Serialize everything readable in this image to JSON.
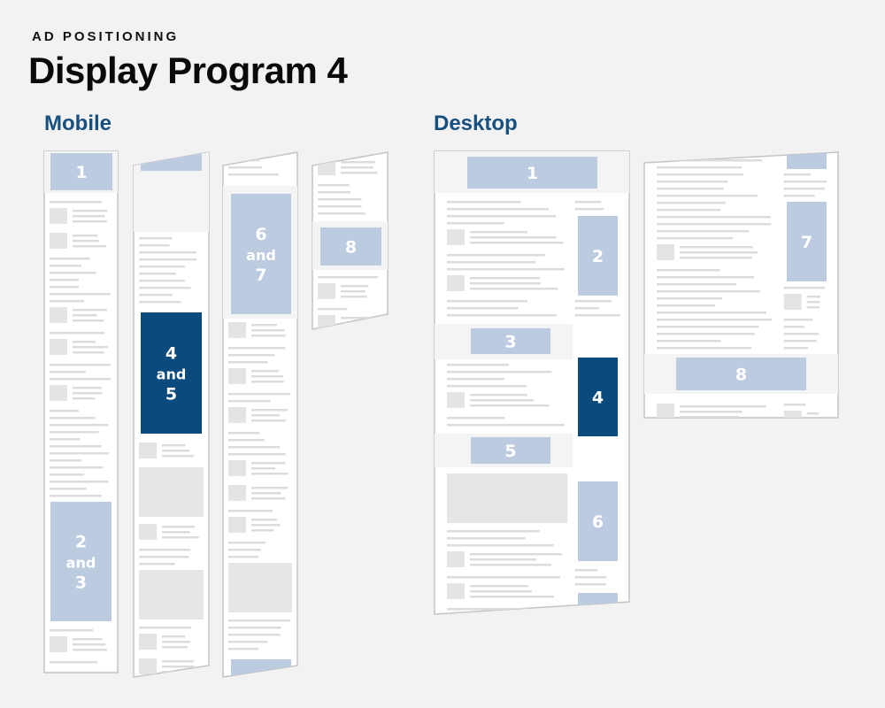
{
  "header": {
    "eyebrow": "AD POSITIONING",
    "title": "Display Program 4"
  },
  "sections": {
    "mobile": "Mobile",
    "desktop": "Desktop"
  },
  "colors": {
    "background": "#f2f2f2",
    "ad_light": "#bccbdf",
    "ad_highlight": "#0b4a7d",
    "heading": "#17507f",
    "placeholder": "#dcdcdc"
  },
  "mobile_ads": [
    {
      "lines": [
        "1"
      ],
      "highlight": false
    },
    {
      "lines": [
        "2",
        "and",
        "3"
      ],
      "highlight": false
    },
    {
      "lines": [
        "4",
        "and",
        "5"
      ],
      "highlight": true
    },
    {
      "lines": [
        "6",
        "and",
        "7"
      ],
      "highlight": false
    },
    {
      "lines": [
        "8"
      ],
      "highlight": false
    }
  ],
  "desktop_ads": [
    {
      "lines": [
        "1"
      ],
      "highlight": false
    },
    {
      "lines": [
        "2"
      ],
      "highlight": false
    },
    {
      "lines": [
        "3"
      ],
      "highlight": false
    },
    {
      "lines": [
        "4"
      ],
      "highlight": true
    },
    {
      "lines": [
        "5"
      ],
      "highlight": false
    },
    {
      "lines": [
        "6"
      ],
      "highlight": false
    },
    {
      "lines": [
        "7"
      ],
      "highlight": false
    },
    {
      "lines": [
        "8"
      ],
      "highlight": false
    }
  ]
}
